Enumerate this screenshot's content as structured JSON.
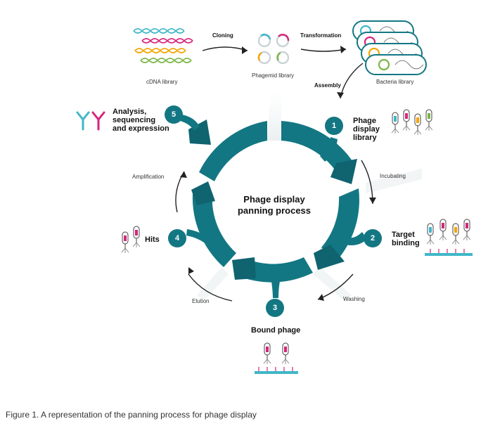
{
  "diagram": {
    "center_title_line1": "Phage display",
    "center_title_line2": "panning process",
    "top": {
      "cdna_label": "cDNA library",
      "cloning_label": "Cloning",
      "phagemid_label": "Phagemid library",
      "transformation_label": "Transformation",
      "bacteria_label": "Bacteria library",
      "assembly_label": "Assembly"
    },
    "steps": [
      {
        "number": "1",
        "title_lines": [
          "Phage",
          "display",
          "library"
        ]
      },
      {
        "number": "2",
        "title_lines": [
          "Target",
          "binding"
        ]
      },
      {
        "number": "3",
        "title_lines": [
          "Bound phage"
        ]
      },
      {
        "number": "4",
        "title_lines": [
          "Hits"
        ]
      },
      {
        "number": "5",
        "title_lines": [
          "Analysis,",
          "sequencing",
          "and expression"
        ]
      }
    ],
    "arrows": {
      "incubating": "Incubating",
      "washing": "Washing",
      "elution": "Elution",
      "amplification": "Amplification"
    },
    "colors": {
      "ring": "#137783",
      "magenta": "#d6257d",
      "orange": "#f2a500",
      "green": "#7ab648",
      "cyan": "#3fb7c8"
    }
  },
  "caption": "Figure 1. A representation of the panning process for phage display"
}
